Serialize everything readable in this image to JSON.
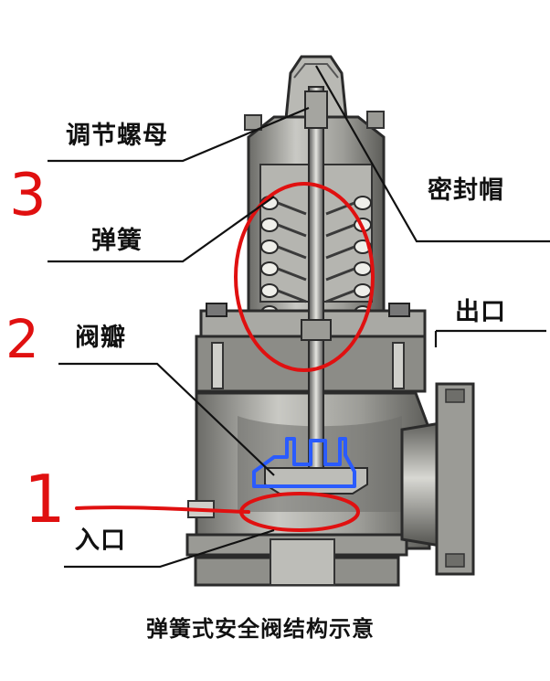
{
  "labels": {
    "adjust_nut": "调节螺母",
    "spring": "弹簧",
    "disc": "阀瓣",
    "inlet": "入口",
    "seal_cap": "密封帽",
    "outlet": "出口"
  },
  "caption": "弹簧式安全阀结构示意",
  "markers": [
    "1",
    "2",
    "3"
  ],
  "colors": {
    "annotation_red": "#e01010",
    "annotation_blue": "#2a5bff",
    "metal_dark": "#3a3a3a",
    "metal_mid": "#8a8a86",
    "metal_light": "#cfcfca"
  }
}
